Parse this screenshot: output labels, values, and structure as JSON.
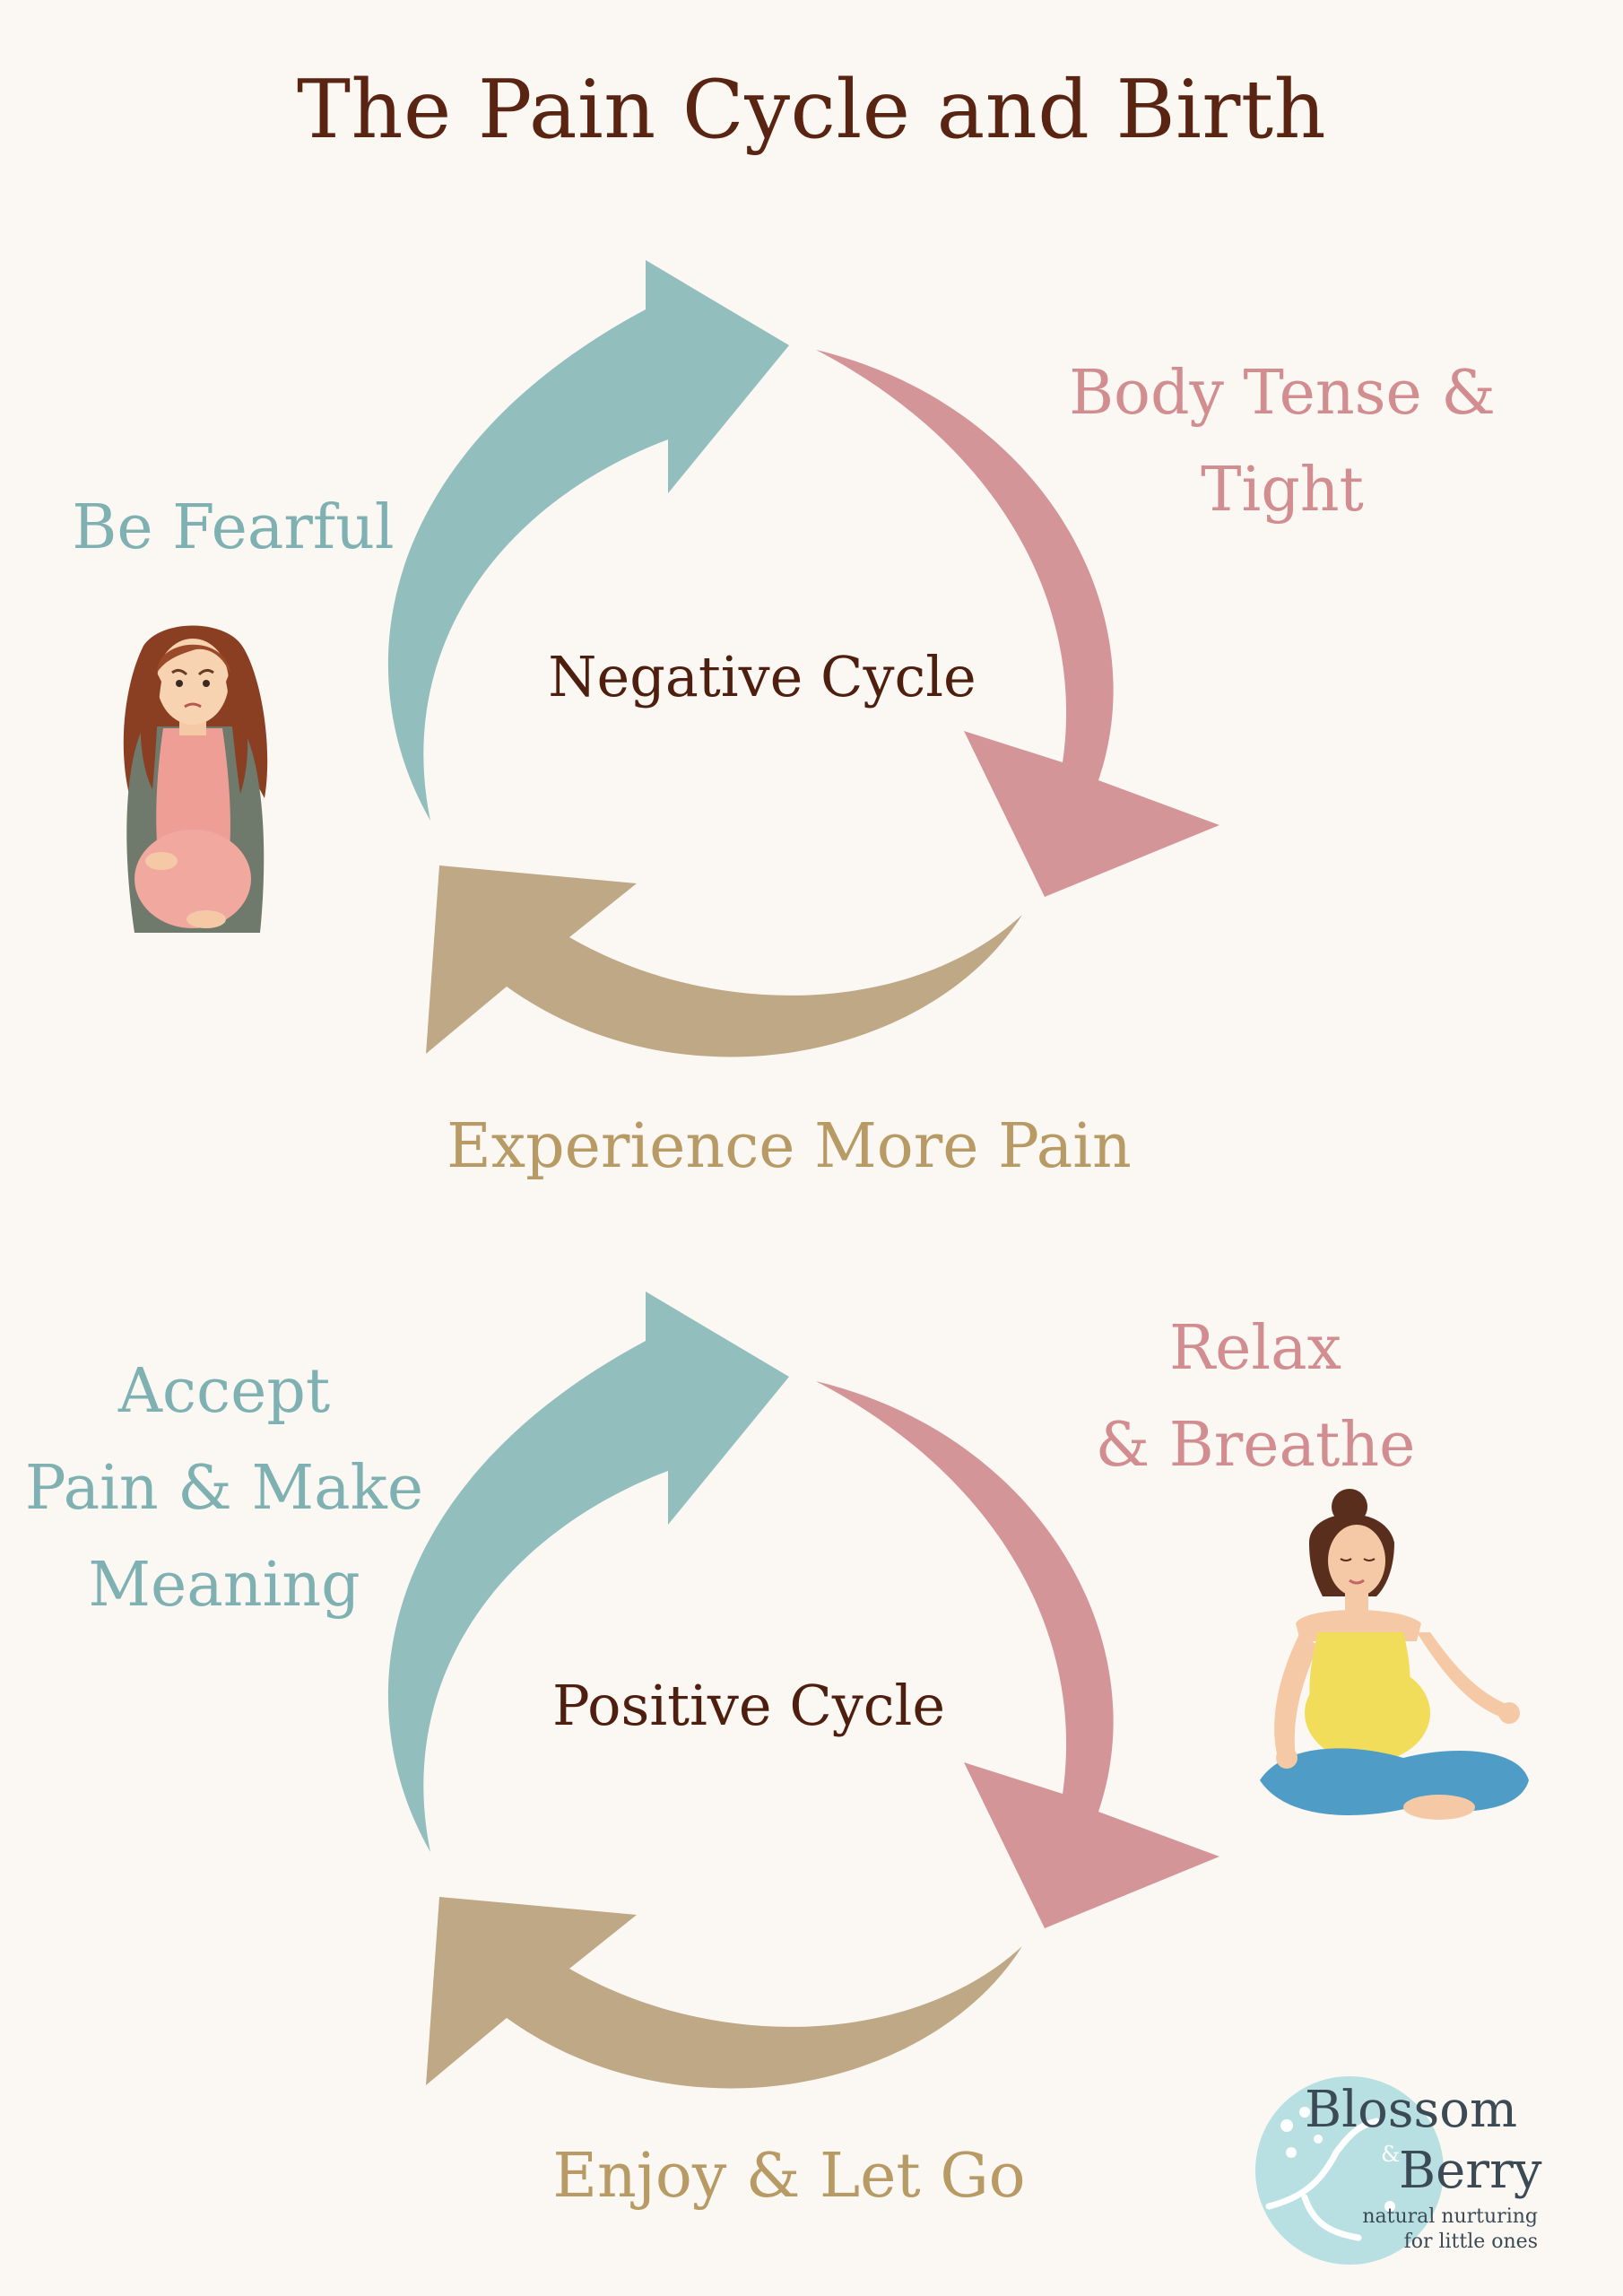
{
  "title": "The Pain Cycle and Birth",
  "negative_cycle": {
    "center": "Negative Cycle",
    "step1": "Be Fearful",
    "step2_line1": "Body Tense &",
    "step2_line2": "Tight",
    "step3": "Experience More Pain"
  },
  "positive_cycle": {
    "center": "Positive Cycle",
    "step1_line1": "Accept",
    "step1_line2": "Pain & Make",
    "step1_line3": "Meaning",
    "step2_line1": "Relax",
    "step2_line2": "& Breathe",
    "step3": "Enjoy & Let Go"
  },
  "logo": {
    "word1": "Blossom",
    "amp": "&",
    "word2": "Berry",
    "tagline1": "natural nurturing",
    "tagline2": "for little ones"
  },
  "colors": {
    "teal": "#92bebd",
    "pink": "#d49598",
    "tan": "#bea886",
    "title": "#5a2412",
    "background": "#fbf8f3"
  },
  "icons": [
    "worried-pregnant-woman-illustration",
    "meditating-pregnant-woman-illustration",
    "blossom-tree-icon"
  ]
}
